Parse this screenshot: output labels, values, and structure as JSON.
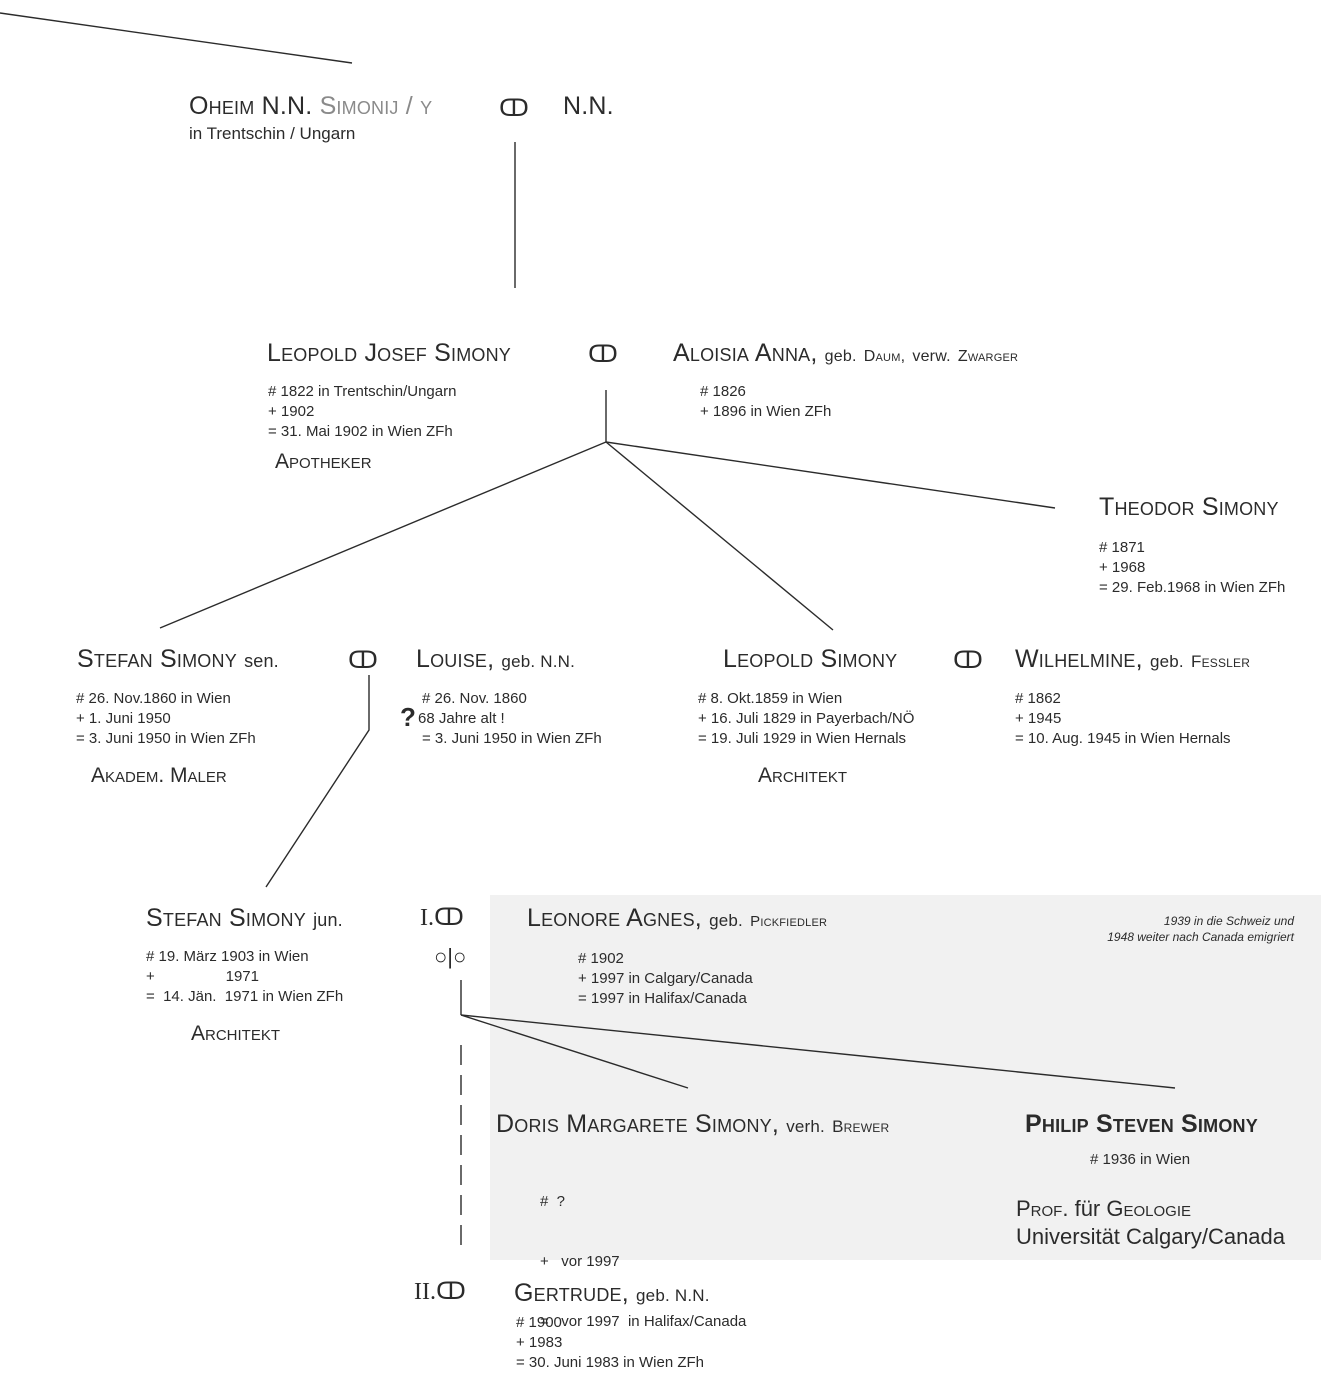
{
  "colors": {
    "line": "#2b2b2b",
    "shade": "#f1f1f1",
    "gray_text": "#8a8a8a",
    "faded_text": "#c4c4c4"
  },
  "symbols": {
    "marriage": "ↀ",
    "divorce": "○|○",
    "question": "?"
  },
  "top": {
    "name_main": "Oheim N.N.",
    "name_variant": "Simonij / y",
    "spouse": "N.N.",
    "place": "in Trentschin / Ungarn"
  },
  "gen1": {
    "leopold_josef": {
      "name": "Leopold Josef Simony",
      "lines": [
        "# 1822 in Trentschin/Ungarn",
        "+ 1902",
        "= 31. Mai 1902 in Wien ZFh"
      ],
      "role": "Apotheker"
    },
    "aloisia": {
      "name": "Aloisia Anna,",
      "suffix_geb": "geb.",
      "suffix_daum": "Daum,",
      "suffix_verw": "verw.",
      "suffix_zwarger": "Zwarger",
      "lines": [
        "#  1826",
        "+  1896 in Wien ZFh"
      ]
    }
  },
  "gen2": {
    "theodor": {
      "name": "Theodor Simony",
      "lines": [
        "# 1871",
        "+ 1968",
        "=  29. Feb.1968 in Wien ZFh"
      ]
    },
    "stefan_sen": {
      "name": "Stefan Simony",
      "suffix": "sen.",
      "lines": [
        "# 26. Nov.1860 in Wien",
        "+   1. Juni 1950",
        "=   3. Juni 1950 in Wien ZFh"
      ],
      "role": "Akadem. Maler"
    },
    "louise": {
      "name": "Louise,",
      "suffix": "geb. N.N.",
      "lines": [
        "# 26. Nov. 1860",
        "68 Jahre alt !",
        "=   3. Juni 1950 in Wien ZFh"
      ]
    },
    "leopold": {
      "name": "Leopold Simony",
      "lines": [
        "#  8. Okt.1859 in Wien",
        "+ 16. Juli 1829 in Payerbach/NÖ",
        "= 19. Juli 1929 in Wien Hernals"
      ],
      "role": "Architekt"
    },
    "wilhelmine": {
      "name": "Wilhelmine,",
      "suffix_geb": "geb.",
      "suffix_fessler": "Fessler",
      "lines": [
        "#  1862",
        "+  1945",
        "=  10. Aug. 1945 in Wien Hernals"
      ]
    }
  },
  "gen3": {
    "stefan_jun": {
      "name": "Stefan Simony",
      "suffix": "jun.",
      "lines": [
        "#  19. März 1903 in Wien",
        "+                 1971",
        "=  14. Jän.  1971 in Wien ZFh"
      ],
      "role": "Architekt"
    },
    "marriage1_label": "I.",
    "marriage2_label": "II.",
    "leonore": {
      "name": "Leonore Agnes,",
      "suffix_geb": "geb.",
      "suffix_pick": "Pickfiedler",
      "lines": [
        "# 1902",
        "+ 1997 in Calgary/Canada",
        "= 1997 in Halifax/Canada"
      ]
    },
    "emigration_note": [
      "1939 in die Schweiz und",
      "1948 weiter nach Canada emigriert"
    ],
    "gertrude": {
      "name": "Gertrude,",
      "suffix": "geb. N.N.",
      "lines": [
        "# 1900",
        "+ 1983",
        "=  30. Juni 1983 in Wien ZFh"
      ]
    }
  },
  "gen4": {
    "doris": {
      "name": "Doris Margarete Simony,",
      "suffix_verh": "verh.",
      "suffix_brewer": "Brewer",
      "lines": [
        "#  ?",
        "+   vor 1997",
        "=   vor 1997  in Halifax/Canada"
      ]
    },
    "philip": {
      "name": "Philip Steven Simony",
      "line": "# 1936 in Wien",
      "role_prof": "Prof.",
      "role_fuer": "für",
      "role_geo": "Geologie",
      "role_uni": "Universität Calgary/Canada"
    }
  }
}
